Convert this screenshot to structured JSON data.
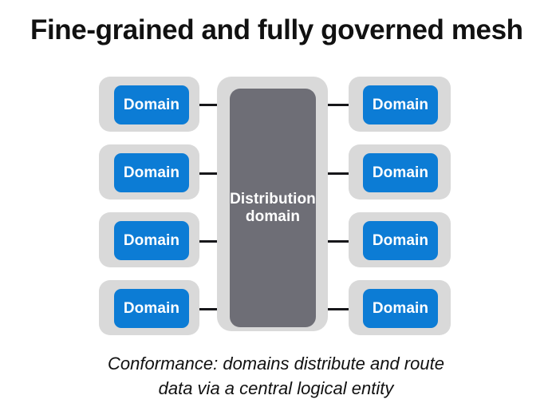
{
  "slide": {
    "title": "Fine-grained and fully governed mesh",
    "background_color": "#ffffff"
  },
  "colors": {
    "domain_blue": "#0c7cd5",
    "shell_gray": "#d9d9d9",
    "distribution_gray": "#6e6e76",
    "connector_black": "#17171a",
    "title_text": "#111111",
    "card_text": "#ffffff"
  },
  "diagram": {
    "type": "hub-and-spoke",
    "center": {
      "label_line1": "Distribution",
      "label_line2": "domain"
    },
    "left_domains": [
      {
        "label": "Domain"
      },
      {
        "label": "Domain"
      },
      {
        "label": "Domain"
      },
      {
        "label": "Domain"
      }
    ],
    "right_domains": [
      {
        "label": "Domain"
      },
      {
        "label": "Domain"
      },
      {
        "label": "Domain"
      },
      {
        "label": "Domain"
      }
    ],
    "connector_count": 8
  },
  "caption": {
    "line1": "Conformance: domains distribute and route",
    "line2": "data via a central logical entity"
  }
}
